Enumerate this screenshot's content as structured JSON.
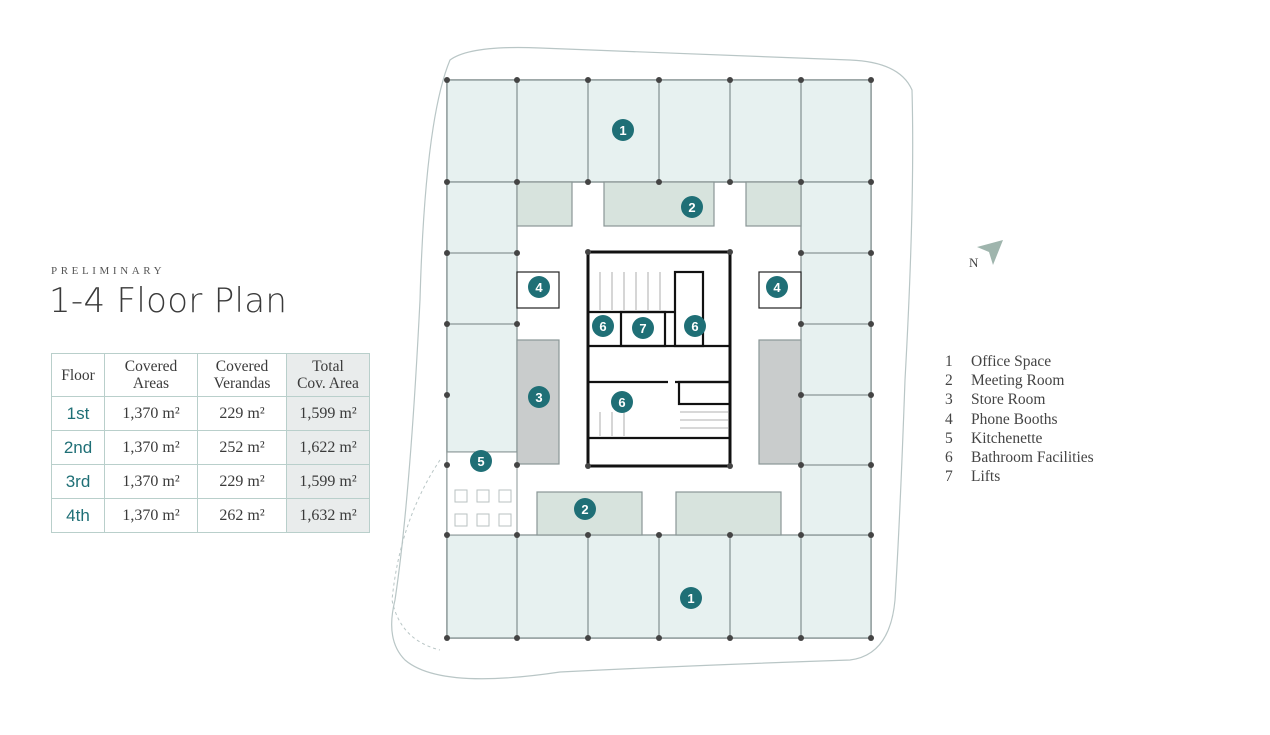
{
  "header": {
    "eyebrow": "PRELIMINARY",
    "title": "1-4 Floor Plan"
  },
  "table": {
    "headers": [
      "Floor",
      "Covered\nAreas",
      "Covered\nVerandas",
      "Total\nCov. Area"
    ],
    "rows": [
      {
        "floor": "1st",
        "covered": "1,370 m²",
        "verandas": "229 m²",
        "total": "1,599 m²"
      },
      {
        "floor": "2nd",
        "covered": "1,370 m²",
        "verandas": "252 m²",
        "total": "1,622 m²"
      },
      {
        "floor": "3rd",
        "covered": "1,370 m²",
        "verandas": "229 m²",
        "total": "1,599 m²"
      },
      {
        "floor": "4th",
        "covered": "1,370 m²",
        "verandas": "262 m²",
        "total": "1,632 m²"
      }
    ]
  },
  "compass": {
    "label": "N"
  },
  "markers": [
    "1",
    "2",
    "3",
    "4",
    "5",
    "6",
    "7"
  ],
  "legend": [
    {
      "num": "1",
      "label": "Office Space"
    },
    {
      "num": "2",
      "label": "Meeting Room"
    },
    {
      "num": "3",
      "label": "Store Room"
    },
    {
      "num": "4",
      "label": "Phone Booths"
    },
    {
      "num": "5",
      "label": "Kitchenette"
    },
    {
      "num": "6",
      "label": "Bathroom Facilities"
    },
    {
      "num": "7",
      "label": "Lifts"
    }
  ],
  "colors": {
    "marker": "#1f6f76",
    "office": "#e7f1f0",
    "meeting": "#d7e3dd",
    "store": "#c9cccc",
    "wall": "#111111",
    "grid": "#8a9696"
  }
}
